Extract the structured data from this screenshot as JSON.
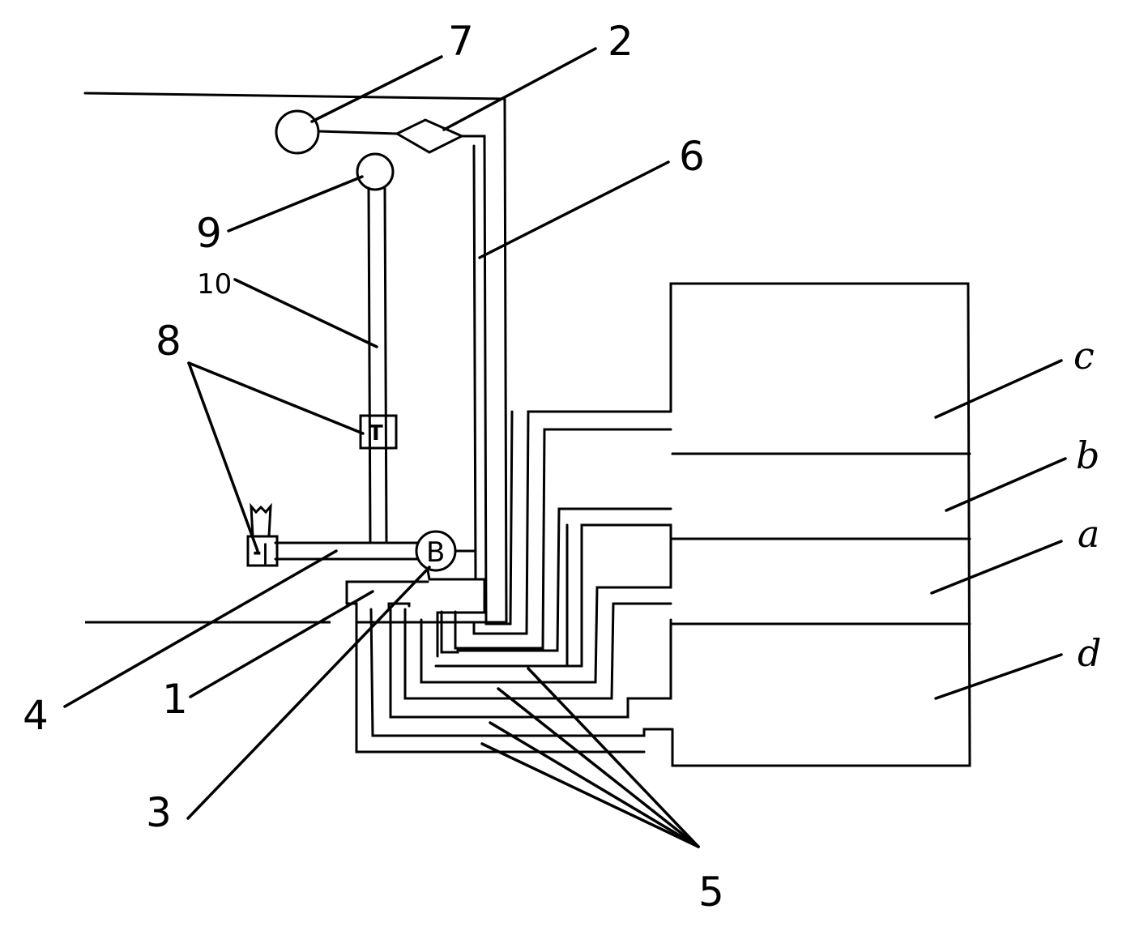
{
  "labels": {
    "n1": "1",
    "n2": "2",
    "n3": "3",
    "n4": "4",
    "n5": "5",
    "n6": "6",
    "n7": "7",
    "n8": "8",
    "n9": "9",
    "n10": "10",
    "c": "c",
    "b": "b",
    "a": "a",
    "d": "d"
  },
  "symbols": {
    "pump": "B",
    "valve_top": "T",
    "valve_left": "-|"
  }
}
